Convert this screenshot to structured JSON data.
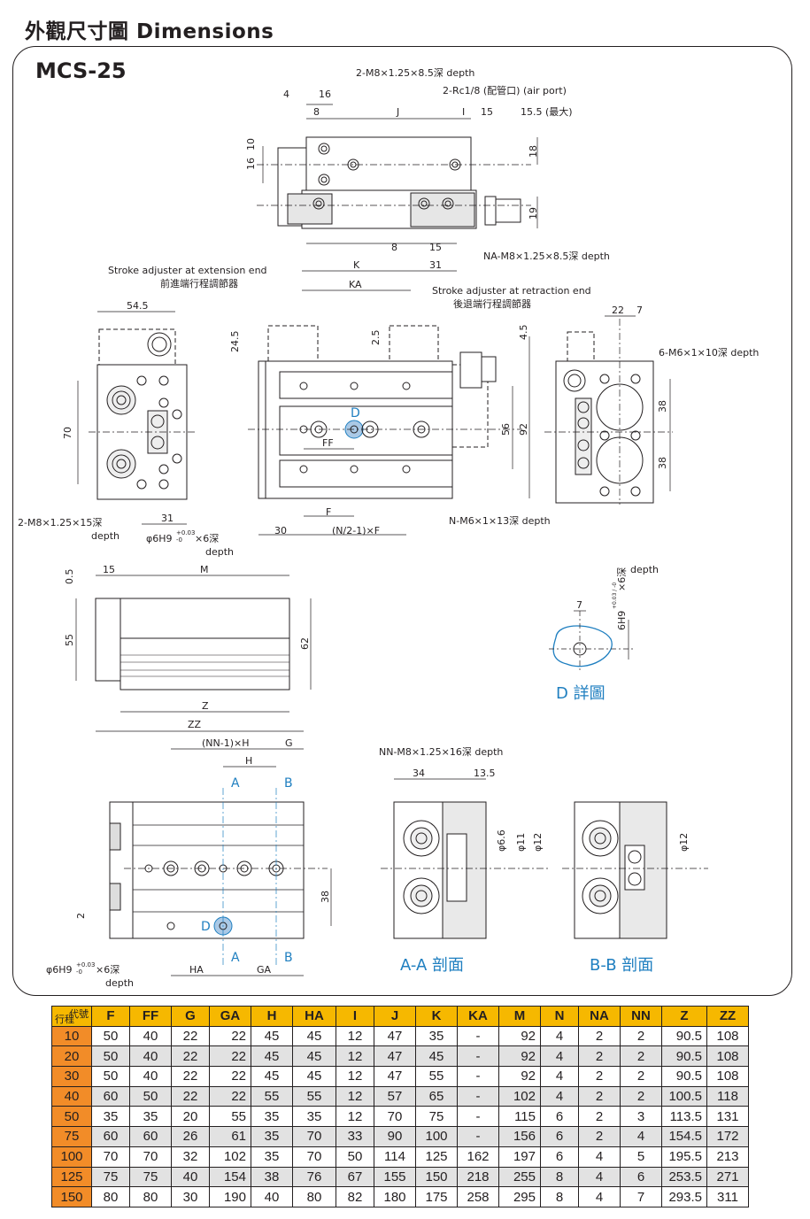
{
  "header": {
    "title": "外觀尺寸圖 Dimensions",
    "model": "MCS-25"
  },
  "top_view": {
    "labels": {
      "port_thread": "2-M8×1.25×8.5深 depth",
      "air_port": "2-Rc1/8 (配管口) (air port)",
      "d4": "4",
      "d16": "16",
      "d8": "8",
      "dJ": "J",
      "dI": "I",
      "d15": "15",
      "d155": "15.5 (最大)",
      "d10": "10",
      "d16v": "16",
      "d18": "18",
      "d19": "19",
      "b8": "8",
      "b15": "15",
      "bK": "K",
      "b31": "31",
      "bKA": "KA",
      "na_thread": "NA-M8×1.25×8.5深 depth"
    }
  },
  "mid_view": {
    "labels": {
      "stroke_ext": "Stroke adjuster at extension end",
      "stroke_ext_cn": "前進端行程調節器",
      "stroke_ret": "Stroke adjuster at retraction end",
      "stroke_ret_cn": "後退端行程調節器",
      "d545": "54.5",
      "d70": "70",
      "d31": "31",
      "left_thread": "2-M8×1.25×15深",
      "left_depth": "depth",
      "pin_hole": "φ6H9",
      "pin_tol": "+0.03",
      "pin_tol2": "-0",
      "pin_depth_suffix": "×6深",
      "pin_depth": "depth",
      "d245": "24.5",
      "d25": "2.5",
      "d45": "4.5",
      "d56": "56",
      "d92": "92",
      "D": "D",
      "FF": "FF",
      "F": "F",
      "d30": "30",
      "N21F": "(N/2-1)×F",
      "n_thread": "N-M6×1×13深 depth",
      "d22": "22",
      "d7": "7",
      "m6_thread": "6-M6×1×10深 depth",
      "d38a": "38",
      "d38b": "38"
    }
  },
  "side_view": {
    "labels": {
      "d05": "0.5",
      "d15": "15",
      "M": "M",
      "d55": "55",
      "d62": "62",
      "Z": "Z",
      "ZZ": "ZZ"
    }
  },
  "detail_d": {
    "labels": {
      "depth": "depth",
      "hole": "6H9",
      "hole_tol": "+0.03 / -0",
      "hole_depth": "×6深",
      "d7": "7"
    },
    "caption": "D 詳圖"
  },
  "bottom_view": {
    "labels": {
      "NN1H": "(NN-1)×H",
      "G": "G",
      "H": "H",
      "A": "A",
      "B": "B",
      "d38": "38",
      "d2": "2",
      "D": "D",
      "HA": "HA",
      "GA": "GA",
      "pin_hole": "φ6H9",
      "pin_tol": "+0.03",
      "pin_tol2": "-0",
      "pin_depth_suffix": "×6深",
      "pin_depth": "depth"
    }
  },
  "section_aa": {
    "labels": {
      "nn_thread": "NN-M8×1.25×16深 depth",
      "d34": "34",
      "d135": "13.5",
      "d66": "φ6.6",
      "d11": "φ11",
      "d12": "φ12"
    },
    "caption": "A-A 剖面"
  },
  "section_bb": {
    "labels": {
      "d12": "φ12"
    },
    "caption": "B-B 剖面"
  },
  "table": {
    "corner_top": "代號",
    "corner_bottom": "行程",
    "columns": [
      "F",
      "FF",
      "G",
      "GA",
      "H",
      "HA",
      "I",
      "J",
      "K",
      "KA",
      "M",
      "N",
      "NA",
      "NN",
      "Z",
      "ZZ"
    ],
    "rows": [
      {
        "stroke": "10",
        "values": [
          "50",
          "40",
          "22",
          "22",
          "45",
          "45",
          "12",
          "47",
          "35",
          "-",
          "92",
          "4",
          "2",
          "2",
          "90.5",
          "108"
        ]
      },
      {
        "stroke": "20",
        "values": [
          "50",
          "40",
          "22",
          "22",
          "45",
          "45",
          "12",
          "47",
          "45",
          "-",
          "92",
          "4",
          "2",
          "2",
          "90.5",
          "108"
        ]
      },
      {
        "stroke": "30",
        "values": [
          "50",
          "40",
          "22",
          "22",
          "45",
          "45",
          "12",
          "47",
          "55",
          "-",
          "92",
          "4",
          "2",
          "2",
          "90.5",
          "108"
        ]
      },
      {
        "stroke": "40",
        "values": [
          "60",
          "50",
          "22",
          "22",
          "55",
          "55",
          "12",
          "57",
          "65",
          "-",
          "102",
          "4",
          "2",
          "2",
          "100.5",
          "118"
        ]
      },
      {
        "stroke": "50",
        "values": [
          "35",
          "35",
          "20",
          "55",
          "35",
          "35",
          "12",
          "70",
          "75",
          "-",
          "115",
          "6",
          "2",
          "3",
          "113.5",
          "131"
        ]
      },
      {
        "stroke": "75",
        "values": [
          "60",
          "60",
          "26",
          "61",
          "35",
          "70",
          "33",
          "90",
          "100",
          "-",
          "156",
          "6",
          "2",
          "4",
          "154.5",
          "172"
        ]
      },
      {
        "stroke": "100",
        "values": [
          "70",
          "70",
          "32",
          "102",
          "35",
          "70",
          "50",
          "114",
          "125",
          "162",
          "197",
          "6",
          "4",
          "5",
          "195.5",
          "213"
        ]
      },
      {
        "stroke": "125",
        "values": [
          "75",
          "75",
          "40",
          "154",
          "38",
          "76",
          "67",
          "155",
          "150",
          "218",
          "255",
          "8",
          "4",
          "6",
          "253.5",
          "271"
        ]
      },
      {
        "stroke": "150",
        "values": [
          "80",
          "80",
          "30",
          "190",
          "40",
          "80",
          "82",
          "180",
          "175",
          "258",
          "295",
          "8",
          "4",
          "7",
          "293.5",
          "311"
        ]
      }
    ]
  }
}
